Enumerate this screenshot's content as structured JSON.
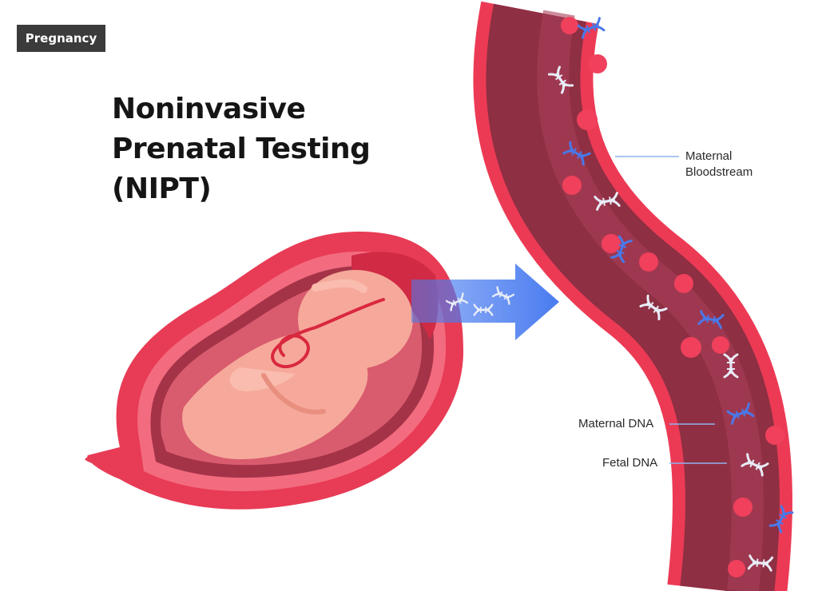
{
  "category_tag": "Pregnancy",
  "title": {
    "line1": "Noninvasive",
    "line2": "Prenatal Testing",
    "line3": "(NIPT)"
  },
  "labels": {
    "maternal_bloodstream_line1": "Maternal",
    "maternal_bloodstream_line2": "Bloodstream",
    "maternal_dna": "Maternal DNA",
    "fetal_dna": "Fetal DNA"
  },
  "colors": {
    "vessel_outer": "#ec3a55",
    "vessel_inner": "#8e2f43",
    "blood_cell": "#f0405c",
    "maternal_dna": "#4a78e8",
    "fetal_dna": "#e8ecf7",
    "arrow": "#4a7cf0",
    "uterus": "#e83b55",
    "fetus": "#f6a99a",
    "leader_line": "#8fb3f0"
  },
  "icons": [
    "dna-helix-icon",
    "blood-cell-icon",
    "arrow-right-icon"
  ]
}
